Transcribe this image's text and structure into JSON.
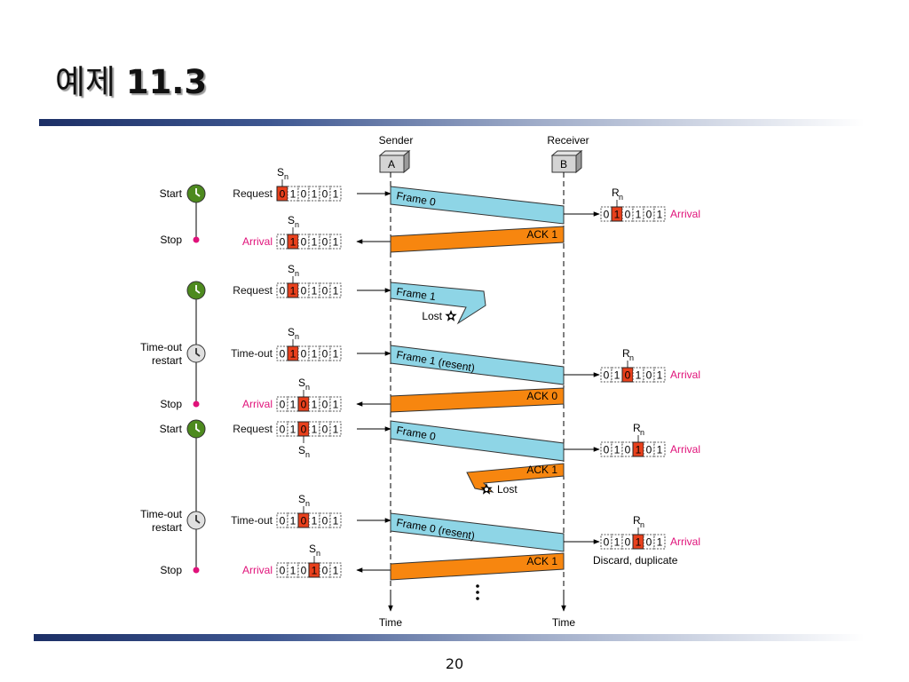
{
  "slide": {
    "title_korean": "예제",
    "title_number": "11.3",
    "page_number": "20"
  },
  "diagram": {
    "sender_label": "Sender",
    "receiver_label": "Receiver",
    "sender_station": "A",
    "receiver_station": "B",
    "time_label": "Time",
    "window_bits": [
      "0",
      "1",
      "0",
      "1",
      "0",
      "1"
    ],
    "seq_var_sender": "S",
    "seq_var_receiver": "R",
    "seq_var_subscript": "n",
    "timer_events": [
      {
        "label": "Start",
        "timer": "running"
      },
      {
        "label": "Stop",
        "timer": "stopped"
      },
      {
        "label": "",
        "timer": "running"
      },
      {
        "label": "Time-out restart",
        "timer": "expired"
      },
      {
        "label": "Stop",
        "timer": "stopped"
      },
      {
        "label": "Start",
        "timer": "running"
      },
      {
        "label": "Time-out restart",
        "timer": "expired"
      },
      {
        "label": "Stop",
        "timer": "stopped"
      }
    ],
    "sender_events": [
      {
        "event": "Request",
        "highlight": 0
      },
      {
        "event": "Arrival",
        "highlight": 1
      },
      {
        "event": "Request",
        "highlight": 1
      },
      {
        "event": "Time-out",
        "highlight": 1
      },
      {
        "event": "Arrival",
        "highlight": 2
      },
      {
        "event": "Request",
        "highlight": 2
      },
      {
        "event": "Time-out",
        "highlight": 2
      },
      {
        "event": "Arrival",
        "highlight": 3
      }
    ],
    "transmissions": [
      {
        "kind": "frame",
        "label": "Frame 0",
        "lost": false
      },
      {
        "kind": "ack",
        "label": "ACK 1",
        "lost": false
      },
      {
        "kind": "frame",
        "label": "Frame 1",
        "lost": true
      },
      {
        "kind": "frame",
        "label": "Frame 1 (resent)",
        "lost": false
      },
      {
        "kind": "ack",
        "label": "ACK 0",
        "lost": false
      },
      {
        "kind": "frame",
        "label": "Frame 0",
        "lost": false
      },
      {
        "kind": "ack",
        "label": "ACK 1",
        "lost": true
      },
      {
        "kind": "frame",
        "label": "Frame 0 (resent)",
        "lost": false
      },
      {
        "kind": "ack",
        "label": "ACK 1",
        "lost": false
      }
    ],
    "lost_label": "Lost",
    "receiver_events": [
      {
        "event": "Arrival",
        "highlight": 1,
        "note": ""
      },
      {
        "event": "Arrival",
        "highlight": 2,
        "note": ""
      },
      {
        "event": "Arrival",
        "highlight": 3,
        "note": ""
      },
      {
        "event": "Arrival",
        "highlight": 3,
        "note": "Discard, duplicate"
      }
    ],
    "colors": {
      "frame": "#8ed5e6",
      "ack": "#f7860f",
      "highlight_cell": "#e8401c",
      "timer_running": "#4d8a1e",
      "timer_expired": "#e0e0e0",
      "stop_dot": "#e0127a",
      "arrival_text": "#e0127a",
      "title_rule": "#1c2f66"
    }
  }
}
